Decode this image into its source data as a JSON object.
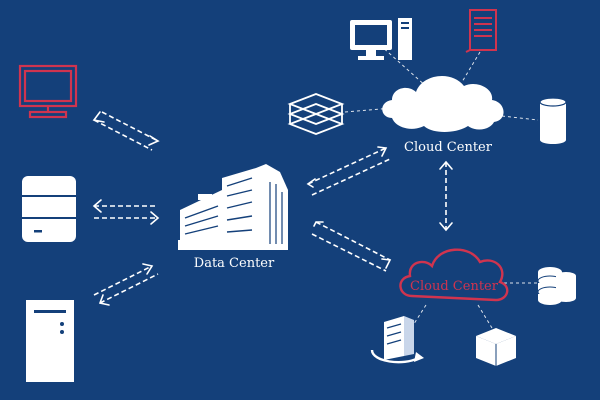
{
  "labels": {
    "data_center": "Data Center",
    "cloud_center_top": "Cloud Center",
    "cloud_center_bottom": "Cloud Center"
  },
  "colors": {
    "background": "#14407a",
    "foreground": "#ffffff",
    "accent": "#d0344f"
  },
  "icons": {
    "left": [
      "monitor-icon",
      "server-drives-icon",
      "tower-pc-icon"
    ],
    "center": "data-center-building-icon",
    "top_cloud_neighbors": [
      "desktop-computer-icon",
      "rack-server-icon",
      "stacked-layers-icon",
      "database-cylinder-icon"
    ],
    "bottom_cloud_neighbors": [
      "database-stack-icon",
      "server-rack-icon",
      "box-cube-icon"
    ]
  }
}
